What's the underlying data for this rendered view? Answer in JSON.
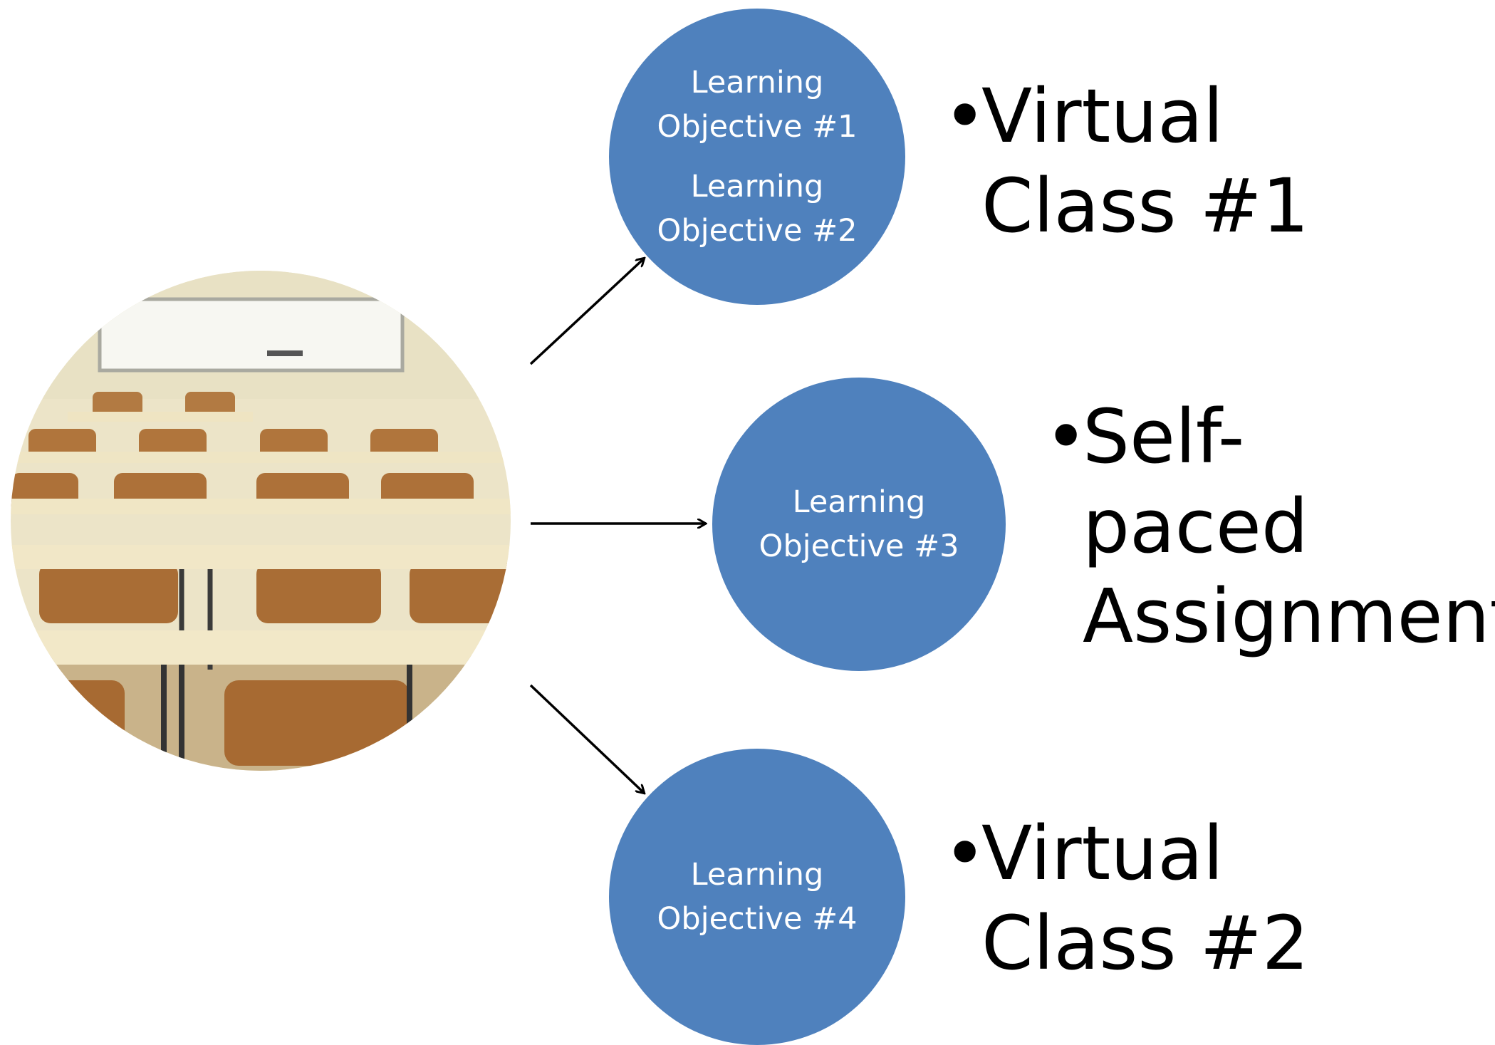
{
  "image": {
    "description_icon": "classroom-photo"
  },
  "colors": {
    "node_fill": "#4f81bd",
    "node_text": "#ffffff",
    "arrow": "#000000",
    "label_text": "#000000"
  },
  "nodes": [
    {
      "objectives": [
        "Learning Objective #1",
        "Learning Objective #2"
      ]
    },
    {
      "objectives": [
        "Learning Objective #3"
      ]
    },
    {
      "objectives": [
        "Learning Objective #4"
      ]
    }
  ],
  "labels": [
    {
      "bullet": "•",
      "lines": [
        "Virtual",
        "Class #1"
      ]
    },
    {
      "bullet": "•",
      "lines": [
        "Self-",
        "paced",
        "Assignment"
      ]
    },
    {
      "bullet": "•",
      "lines": [
        "Virtual",
        "Class #2"
      ]
    }
  ]
}
